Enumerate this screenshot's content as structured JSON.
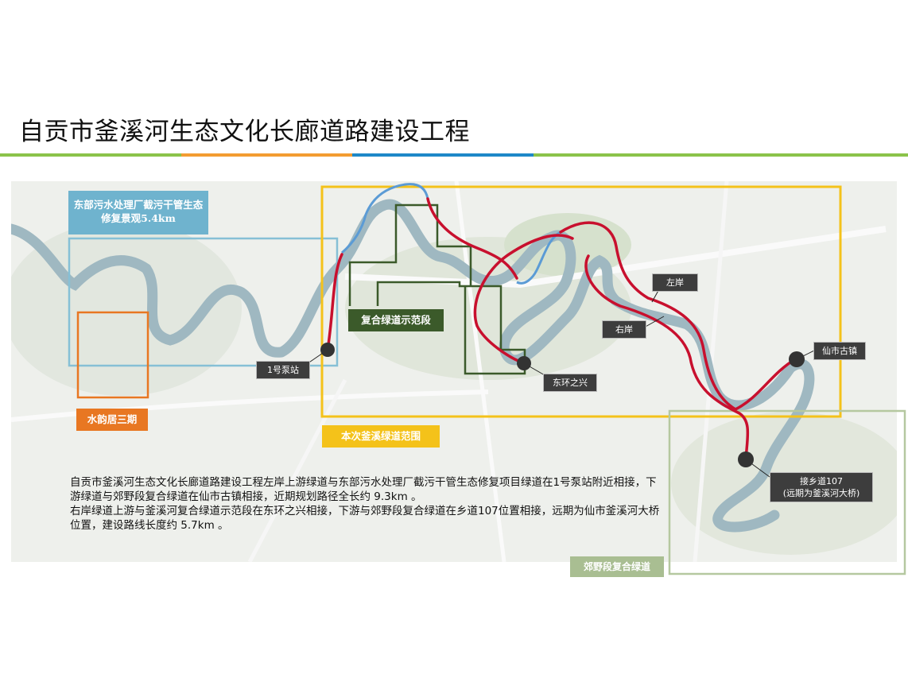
{
  "page": {
    "title": "自贡市釜溪河生态文化长廊道路建设工程"
  },
  "colors": {
    "accent_green": "#8bc34a",
    "accent_orange": "#f39c32",
    "accent_blue": "#1e88c8",
    "route_red": "#c8102e",
    "route_blue": "#5b9bd5",
    "yellow_frame": "#f4c21a",
    "dark_green": "#3b5a2a",
    "teal_frame": "#86c0d6",
    "orange_frame": "#e87722",
    "olive_frame": "#b5c8a0"
  },
  "callouts": {
    "east_sewage": "东部污水处理厂截污干管生态修复景观5.4km",
    "shuiyunju": "水韵居三期",
    "demo_section": "复合绿道示范段",
    "current_scope": "本次釜溪绿道范围",
    "suburban": "郊野段复合绿道"
  },
  "tags": {
    "pump_station": "1号泵站",
    "donghuan": "东环之兴",
    "left_bank": "左岸",
    "right_bank": "右岸",
    "xianshi": "仙市古镇",
    "road107_line1": "接乡道107",
    "road107_line2": "(远期为釜溪河大桥)"
  },
  "description": {
    "para1": "自贡市釜溪河生态文化长廊道路建设工程左岸上游绿道与东部污水处理厂截污干管生态修复项目绿道在1号泵站附近相接，下游绿道与郊野段复合绿道在仙市古镇相接，近期规划路径全长约 9.3km 。",
    "para2": "右岸绿道上游与釜溪河复合绿道示范段在东环之兴相接，下游与郊野段复合绿道在乡道107位置相接，远期为仙市釜溪河大桥位置，建设路线长度约 5.7km 。"
  }
}
